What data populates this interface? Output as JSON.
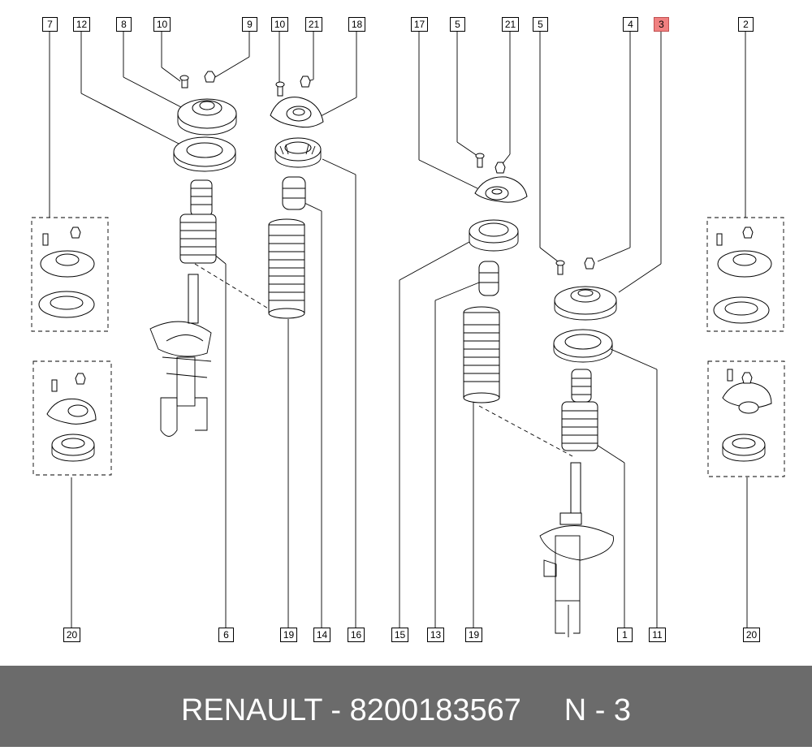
{
  "callouts_top": {
    "c7": "7",
    "c12": "12",
    "c8": "8",
    "c10a": "10",
    "c9": "9",
    "c10b": "10",
    "c21a": "21",
    "c18": "18",
    "c17": "17",
    "c5a": "5",
    "c21b": "21",
    "c5b": "5",
    "c4": "4",
    "c3": "3",
    "c2": "2"
  },
  "callouts_bottom": {
    "c20a": "20",
    "c6": "6",
    "c19a": "19",
    "c14": "14",
    "c16": "16",
    "c15": "15",
    "c13": "13",
    "c19b": "19",
    "c1": "1",
    "c11": "11",
    "c20b": "20"
  },
  "footer": {
    "text": "RENAULT - 8200183567     N - 3"
  },
  "colors": {
    "highlight": "#f08080",
    "footer_bg": "#6b6b6b",
    "footer_text": "#ffffff"
  }
}
